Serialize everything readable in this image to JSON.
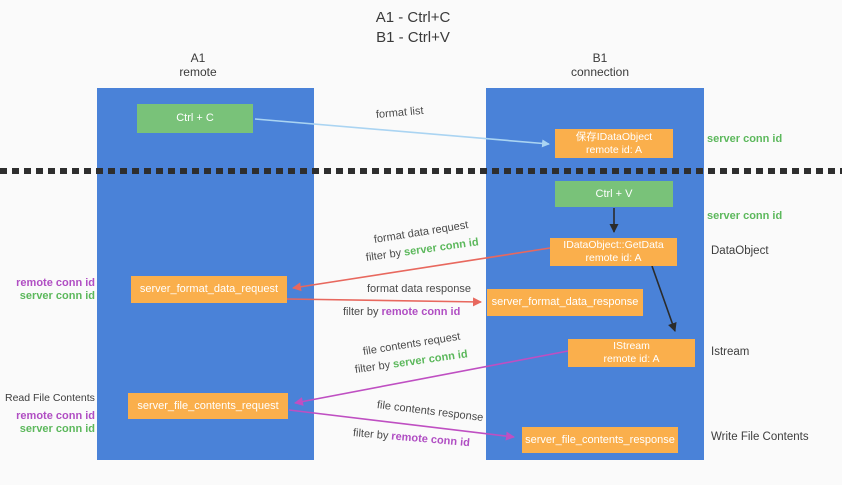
{
  "title": {
    "line1": "A1 - Ctrl+C",
    "line2": "B1 - Ctrl+V"
  },
  "colors": {
    "lane_blue": "#4a82d8",
    "action_green": "#79c279",
    "message_orange": "#faaf4c",
    "server_conn_green": "#5cb85c",
    "remote_conn_purple": "#b04ec3",
    "format_arrow_salmon": "#e8685e",
    "file_arrow_magenta": "#bf4fc2",
    "format_list_blue": "#aad4f2",
    "sequence_black": "#2b2b2b"
  },
  "lanes": {
    "a1": {
      "name": "A1",
      "role": "remote"
    },
    "b1": {
      "name": "B1",
      "role": "connection"
    }
  },
  "boxes": {
    "ctrl_c": {
      "label": "Ctrl + C"
    },
    "save_idataobject": {
      "line1": "保存IDataObject",
      "line2": "remote id: A"
    },
    "ctrl_v": {
      "label": "Ctrl + V"
    },
    "getdata": {
      "line1": "IDataObject::GetData",
      "line2": "remote id: A"
    },
    "format_request": {
      "label": "server_format_data_request"
    },
    "format_response": {
      "label": "server_format_data_response"
    },
    "istream": {
      "line1": "IStream",
      "line2": "remote id: A"
    },
    "file_request": {
      "label": "server_file_contents_request"
    },
    "file_response": {
      "label": "server_file_contents_response"
    }
  },
  "right_labels": {
    "server_conn_id_top": "server conn id",
    "server_conn_id_mid": "server conn id",
    "dataobject": "DataObject",
    "istream": "Istream",
    "write_file_contents": "Write File Contents"
  },
  "left_labels": {
    "format_remote_conn_id": "remote conn id",
    "format_server_conn_id": "server conn id",
    "read_file_contents": "Read File Contents",
    "file_remote_conn_id": "remote conn id",
    "file_server_conn_id": "server conn id"
  },
  "arrow_labels": {
    "format_list": "format list",
    "format_data_request": "format data request",
    "format_data_response": "format data response",
    "file_contents_request": "file contents request",
    "file_contents_response": "file contents response",
    "filter_by": "filter by",
    "server_conn_id": "server conn id",
    "remote_conn_id": "remote conn id"
  }
}
